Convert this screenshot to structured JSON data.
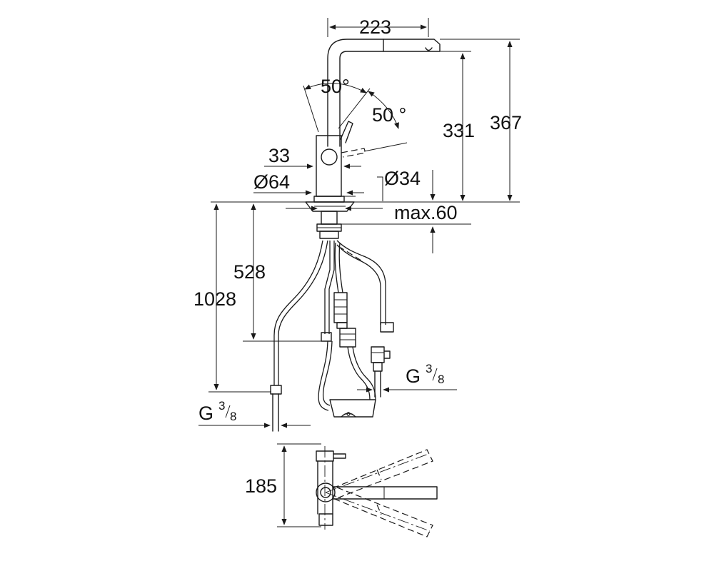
{
  "title": "",
  "dimensions": {
    "spout_reach": "223",
    "spout_height": "331",
    "total_height": "367",
    "swivel_angle_left": "50°",
    "swivel_angle_right": "50 °",
    "body_offset": "33",
    "base_diameter": "Ø64",
    "hole_diameter": "Ø34",
    "max_deck_thickness": "max.60",
    "shank_length": "528",
    "hose_length": "1028",
    "plan_depth": "185"
  },
  "connections": {
    "left": {
      "prefix": "G",
      "num": "3",
      "den": "8"
    },
    "right": {
      "prefix": "G",
      "num": "3",
      "den": "8"
    }
  },
  "colors": {
    "line": "#1a1a1a",
    "background": "#ffffff"
  }
}
